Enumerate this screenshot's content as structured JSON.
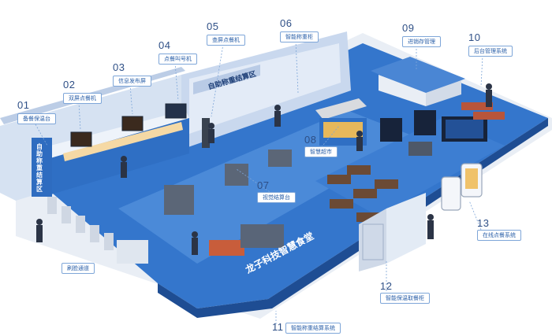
{
  "colors": {
    "floor": "#2f6fc4",
    "floor_light": "#4b8ad8",
    "floor_dark": "#1f4e94",
    "platform_edge": "#1c3f78",
    "wall": "#d6e2f2",
    "label_text": "#2a5fa8",
    "label_border": "#7ea6d8",
    "number_text": "#2e4f86"
  },
  "callouts": [
    {
      "num": "01",
      "label": "备餐保温台"
    },
    {
      "num": "02",
      "label": "双屏点餐机"
    },
    {
      "num": "03",
      "label": "信息发布屏"
    },
    {
      "num": "04",
      "label": "点餐叫号机"
    },
    {
      "num": "05",
      "label": "查屏点餐机"
    },
    {
      "num": "06",
      "label": "智能称重柜"
    },
    {
      "num": "07",
      "label": "视觉结算台"
    },
    {
      "num": "08",
      "label": "智慧超市"
    },
    {
      "num": "09",
      "label": "进销存管理"
    },
    {
      "num": "10",
      "label": "后台管理系统"
    },
    {
      "num": "11",
      "label": "智能称重结算系统"
    },
    {
      "num": "12",
      "label": "智能保温取餐柜"
    },
    {
      "num": "13",
      "label": "在线点餐系统"
    }
  ],
  "signs": {
    "wall_title": "自助称重结算区",
    "side_sign": "自助称重结算区",
    "floor_title": "龙子科技智慧食堂",
    "gate_label": "刷脸通道"
  },
  "icons": [
    "person-icon",
    "phone-icon",
    "gate-icon",
    "screen-icon",
    "counter-icon"
  ]
}
